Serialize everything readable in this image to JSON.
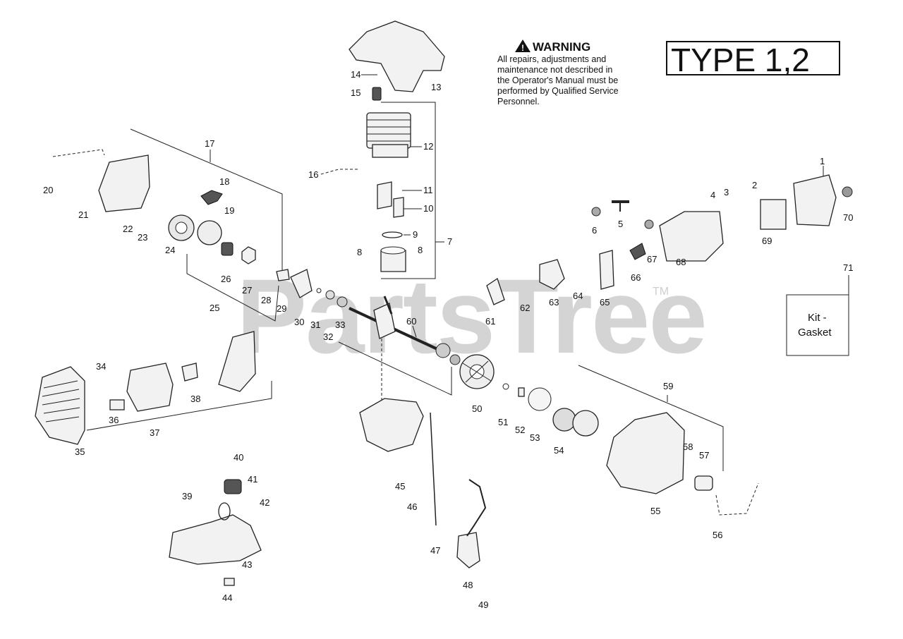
{
  "watermark": {
    "text": "PartsTree",
    "tm": "TM"
  },
  "warning": {
    "title": "WARNING",
    "lines": [
      "All repairs, adjustments and",
      "maintenance not described in",
      "the Operator's Manual must be",
      "performed by Qualified Service",
      "Personnel."
    ]
  },
  "type_label": "TYPE 1,2",
  "kit": {
    "number": "71",
    "line1": "Kit -",
    "line2": "Gasket"
  },
  "callouts": {
    "p1": "1",
    "p2": "2",
    "p3": "3",
    "p4": "4",
    "p5": "5",
    "p6": "6",
    "p7": "7",
    "p8a": "8",
    "p8b": "8",
    "p9": "9",
    "p10": "10",
    "p11": "11",
    "p12": "12",
    "p13": "13",
    "p14": "14",
    "p15": "15",
    "p16": "16",
    "p17": "17",
    "p18": "18",
    "p19": "19",
    "p20": "20",
    "p21": "21",
    "p22": "22",
    "p23": "23",
    "p24": "24",
    "p25": "25",
    "p26": "26",
    "p27": "27",
    "p28": "28",
    "p29": "29",
    "p30": "30",
    "p31": "31",
    "p32": "32",
    "p33": "33",
    "p34": "34",
    "p35": "35",
    "p36": "36",
    "p37": "37",
    "p38": "38",
    "p39": "39",
    "p40": "40",
    "p41": "41",
    "p42": "42",
    "p43": "43",
    "p44": "44",
    "p45": "45",
    "p46": "46",
    "p47": "47",
    "p48": "48",
    "p49": "49",
    "p50": "50",
    "p51": "51",
    "p52": "52",
    "p53": "53",
    "p54": "54",
    "p55": "55",
    "p56": "56",
    "p57": "57",
    "p58": "58",
    "p59": "59",
    "p60": "60",
    "p61": "61",
    "p62": "62",
    "p63": "63",
    "p64": "64",
    "p65": "65",
    "p66": "66",
    "p67": "67",
    "p68": "68",
    "p69": "69",
    "p70": "70"
  }
}
